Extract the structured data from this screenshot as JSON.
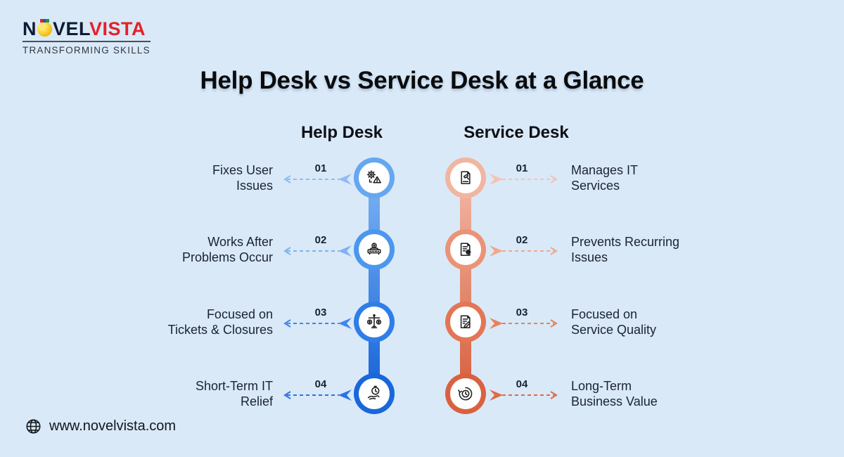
{
  "page": {
    "background": "#d9e9f8"
  },
  "logo": {
    "brand_start": "N",
    "brand_mid": "VEL",
    "brand_accent": "VISTA",
    "accent_color": "#e32227",
    "bulb_color": "#f2b705",
    "tagline": "TRANSFORMING SKILLS"
  },
  "title": "Help Desk vs Service Desk at a Glance",
  "columns": {
    "help_desk": {
      "header": "Help Desk",
      "line_top_color": "#7cb2f3",
      "line_bottom_color": "#1563d9",
      "items": [
        {
          "number": "01",
          "label": "Fixes User\nIssues",
          "icon": "gear-alert-icon",
          "ring": "#65a7f1",
          "arrow": "#8fbcf3"
        },
        {
          "number": "02",
          "label": "Works After\nProblems Occur",
          "icon": "service-vehicle-icon",
          "ring": "#4c97ee",
          "arrow": "#7fb1f1"
        },
        {
          "number": "03",
          "label": "Focused on\nTickets & Closures",
          "icon": "balance-scale-icon",
          "ring": "#2f7de8",
          "arrow": "#3f86ea"
        },
        {
          "number": "04",
          "label": "Short-Term IT\nRelief",
          "icon": "hand-stopwatch-icon",
          "ring": "#1967db",
          "arrow": "#2973e8"
        }
      ]
    },
    "service_desk": {
      "header": "Service Desk",
      "line_top_color": "#f2b7a4",
      "line_bottom_color": "#d75f3c",
      "items": [
        {
          "number": "01",
          "label": "Manages IT\nServices",
          "icon": "document-gavel-icon",
          "ring": "#f1b5a1",
          "arrow": "#f5c3b0"
        },
        {
          "number": "02",
          "label": "Prevents Recurring\nIssues",
          "icon": "document-gear-icon",
          "ring": "#eb9377",
          "arrow": "#f0a78c"
        },
        {
          "number": "03",
          "label": "Focused on\nService Quality",
          "icon": "document-pencil-icon",
          "ring": "#e27655",
          "arrow": "#e8815e"
        },
        {
          "number": "04",
          "label": "Long-Term\nBusiness Value",
          "icon": "clock-cycle-icon",
          "ring": "#d96140",
          "arrow": "#e26a44"
        }
      ]
    }
  },
  "footer": {
    "website": "www.novelvista.com",
    "icon": "globe-icon"
  }
}
